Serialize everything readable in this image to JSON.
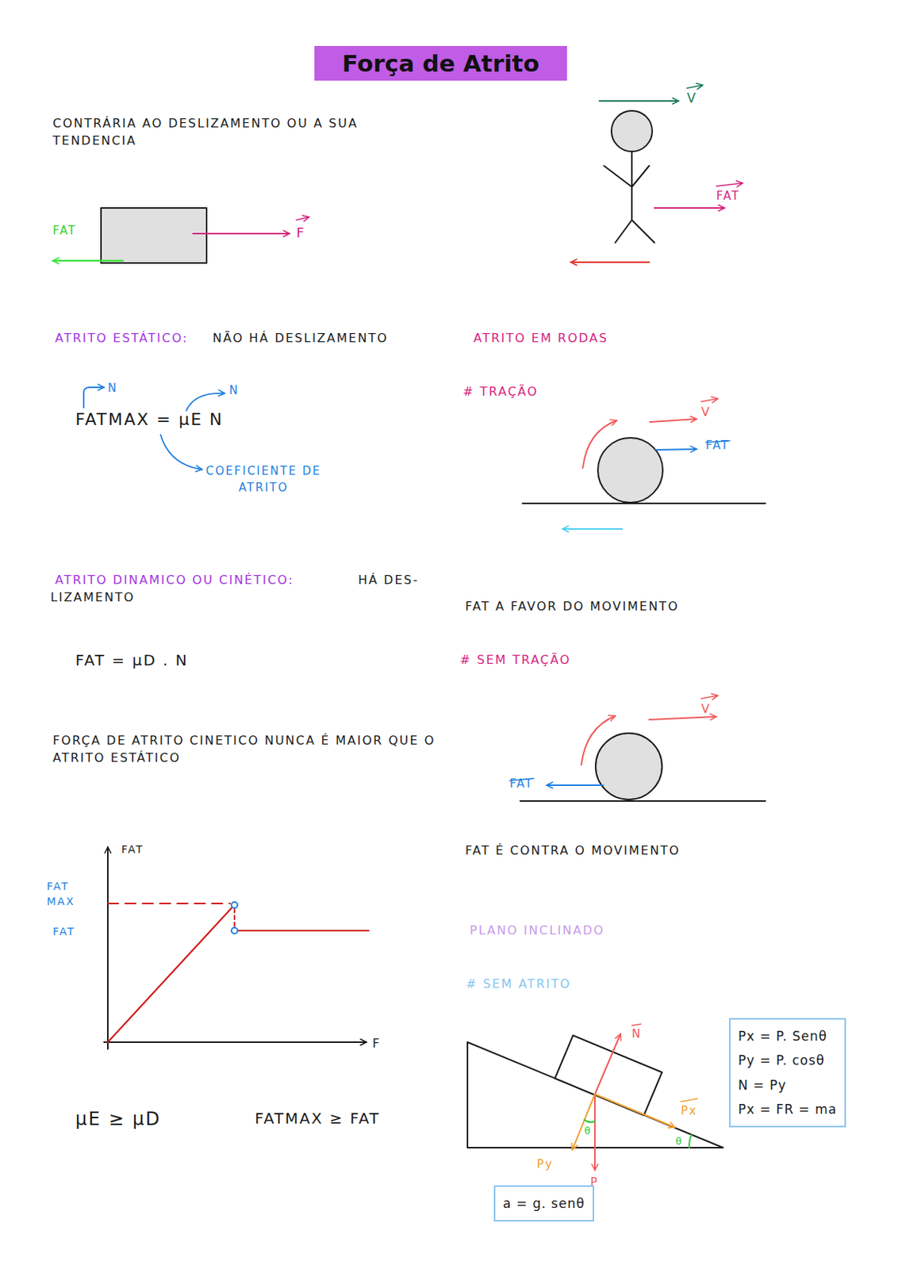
{
  "diagram": {
    "title": "Força de Atrito",
    "nodes": [
      {
        "text": [
          "Px = P. Senθ",
          "Py = P. cosθ",
          "N = Py",
          "Px = FR = ma"
        ]
      },
      {
        "text": [
          "a = g. senθ"
        ]
      }
    ],
    "labels": [
      "CONTRÁRIA AO DESLIZAMENTO OU A SUA TENDENCIA",
      "FAT",
      "F",
      "V",
      "FAT",
      "ATRITO ESTÁTICO:",
      "NÃO HÁ DESLIZAMENTO",
      "N",
      "FATMAX = μE N",
      "N",
      "COEFICIENTE DE ATRITO",
      "ATRITO EM RODAS",
      "# TRAÇÃO",
      "V",
      "FAT",
      "FAT A FAVOR DO MOVIMENTO",
      "ATRITO DINAMICO OU CINÉTICO:",
      "HÁ DES- LIZAMENTO",
      "FAT = μD . N",
      "# SEM TRAÇÃO",
      "V",
      "FAT",
      "FORÇA DE ATRITO CINETICO NUNCA É MAIOR QUE O ATRITO ESTÁTICO",
      "FAT",
      "FAT É CONTRA O MOVIMENTO",
      "FAT MAX",
      "FAT",
      "PLANO INCLINADO",
      "F",
      "# SEM ATRITO",
      "N",
      "Px",
      "θ",
      "θ",
      "Py",
      "P",
      "μE ≥ μD",
      "FATMAX ≥ FAT"
    ]
  }
}
